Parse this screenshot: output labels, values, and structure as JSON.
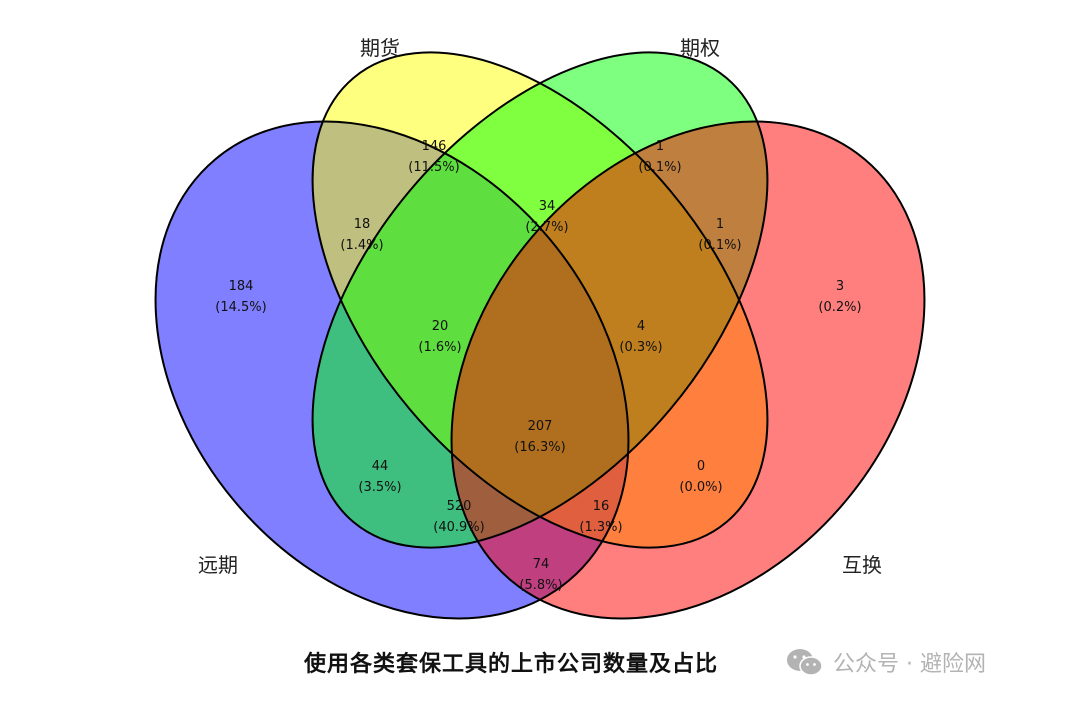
{
  "sets": [
    {
      "key": "far",
      "label": "远期",
      "color": "#0000ff"
    },
    {
      "key": "fut",
      "label": "期货",
      "color": "#ffff00"
    },
    {
      "key": "opt",
      "label": "期权",
      "color": "#00ff00"
    },
    {
      "key": "swp",
      "label": "互换",
      "color": "#ff0000"
    }
  ],
  "regions": [
    {
      "id": "fut_only",
      "count": "146",
      "pct": "(11.5%)"
    },
    {
      "id": "opt_only",
      "count": "1",
      "pct": "(0.1%)"
    },
    {
      "id": "far_fut",
      "count": "18",
      "pct": "(1.4%)"
    },
    {
      "id": "fut_opt",
      "count": "34",
      "pct": "(2.7%)"
    },
    {
      "id": "opt_swp",
      "count": "1",
      "pct": "(0.1%)"
    },
    {
      "id": "far_only",
      "count": "184",
      "pct": "(14.5%)"
    },
    {
      "id": "swp_only",
      "count": "3",
      "pct": "(0.2%)"
    },
    {
      "id": "far_fut_opt",
      "count": "20",
      "pct": "(1.6%)"
    },
    {
      "id": "fut_opt_swp",
      "count": "4",
      "pct": "(0.3%)"
    },
    {
      "id": "all",
      "count": "207",
      "pct": "(16.3%)"
    },
    {
      "id": "far_opt",
      "count": "44",
      "pct": "(3.5%)"
    },
    {
      "id": "fut_swp",
      "count": "0",
      "pct": "(0.0%)"
    },
    {
      "id": "far_opt_swp",
      "count": "520",
      "pct": "(40.9%)"
    },
    {
      "id": "far_fut_swp",
      "count": "16",
      "pct": "(1.3%)"
    },
    {
      "id": "far_swp",
      "count": "74",
      "pct": "(5.8%)"
    }
  ],
  "caption": {
    "title": "使用各类套保工具的上市公司数量及占比",
    "watermark": "公众号 · 避险网",
    "watermark_icon": "wechat-icon"
  }
}
